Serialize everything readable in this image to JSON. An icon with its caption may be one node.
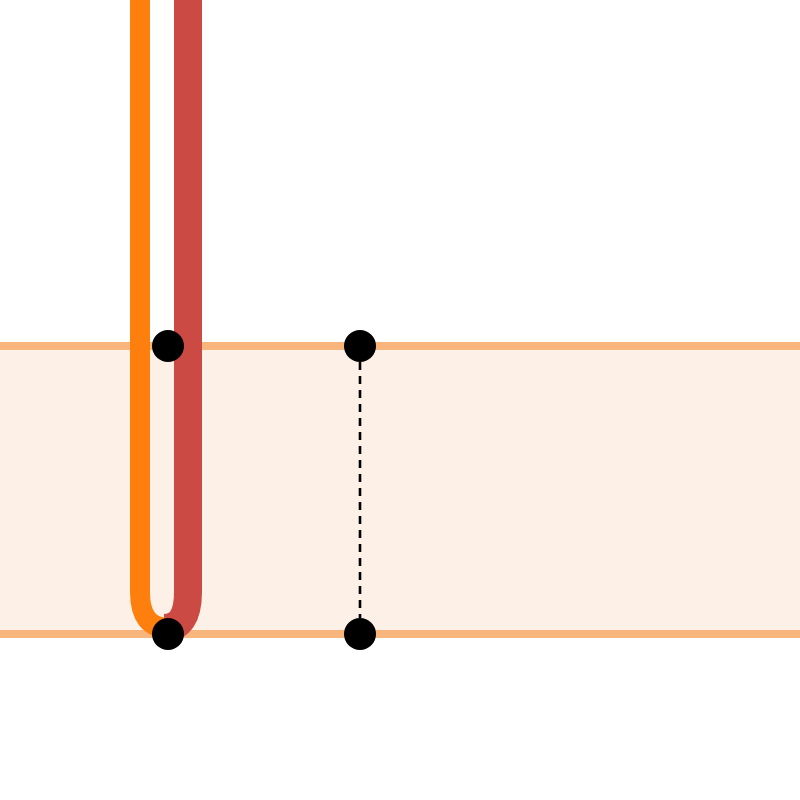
{
  "diagram": {
    "nodes": [
      {
        "text": [],
        "shape": "circle"
      },
      {
        "text": [],
        "shape": "circle"
      },
      {
        "text": [],
        "shape": "circle"
      },
      {
        "text": [],
        "shape": "circle"
      }
    ],
    "edges": [
      {
        "from": 2,
        "to": 3,
        "arrow": "none",
        "style": "dashed"
      }
    ]
  }
}
